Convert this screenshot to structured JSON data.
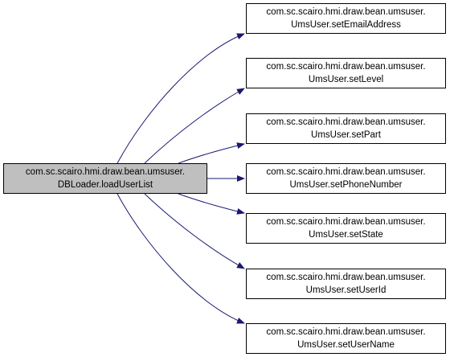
{
  "colors": {
    "edge": "#191970",
    "source_fill": "#bfbfbf",
    "target_fill": "#ffffff",
    "border": "#000000"
  },
  "source": {
    "line1": "com.sc.scairo.hmi.draw.bean.umsuser.",
    "line2": "DBLoader.loadUserList"
  },
  "targets": [
    {
      "line1": "com.sc.scairo.hmi.draw.bean.umsuser.",
      "line2": "UmsUser.setEmailAddress"
    },
    {
      "line1": "com.sc.scairo.hmi.draw.bean.umsuser.",
      "line2": "UmsUser.setLevel"
    },
    {
      "line1": "com.sc.scairo.hmi.draw.bean.umsuser.",
      "line2": "UmsUser.setPart"
    },
    {
      "line1": "com.sc.scairo.hmi.draw.bean.umsuser.",
      "line2": "UmsUser.setPhoneNumber"
    },
    {
      "line1": "com.sc.scairo.hmi.draw.bean.umsuser.",
      "line2": "UmsUser.setState"
    },
    {
      "line1": "com.sc.scairo.hmi.draw.bean.umsuser.",
      "line2": "UmsUser.setUserId"
    },
    {
      "line1": "com.sc.scairo.hmi.draw.bean.umsuser.",
      "line2": "UmsUser.setUserName"
    }
  ]
}
